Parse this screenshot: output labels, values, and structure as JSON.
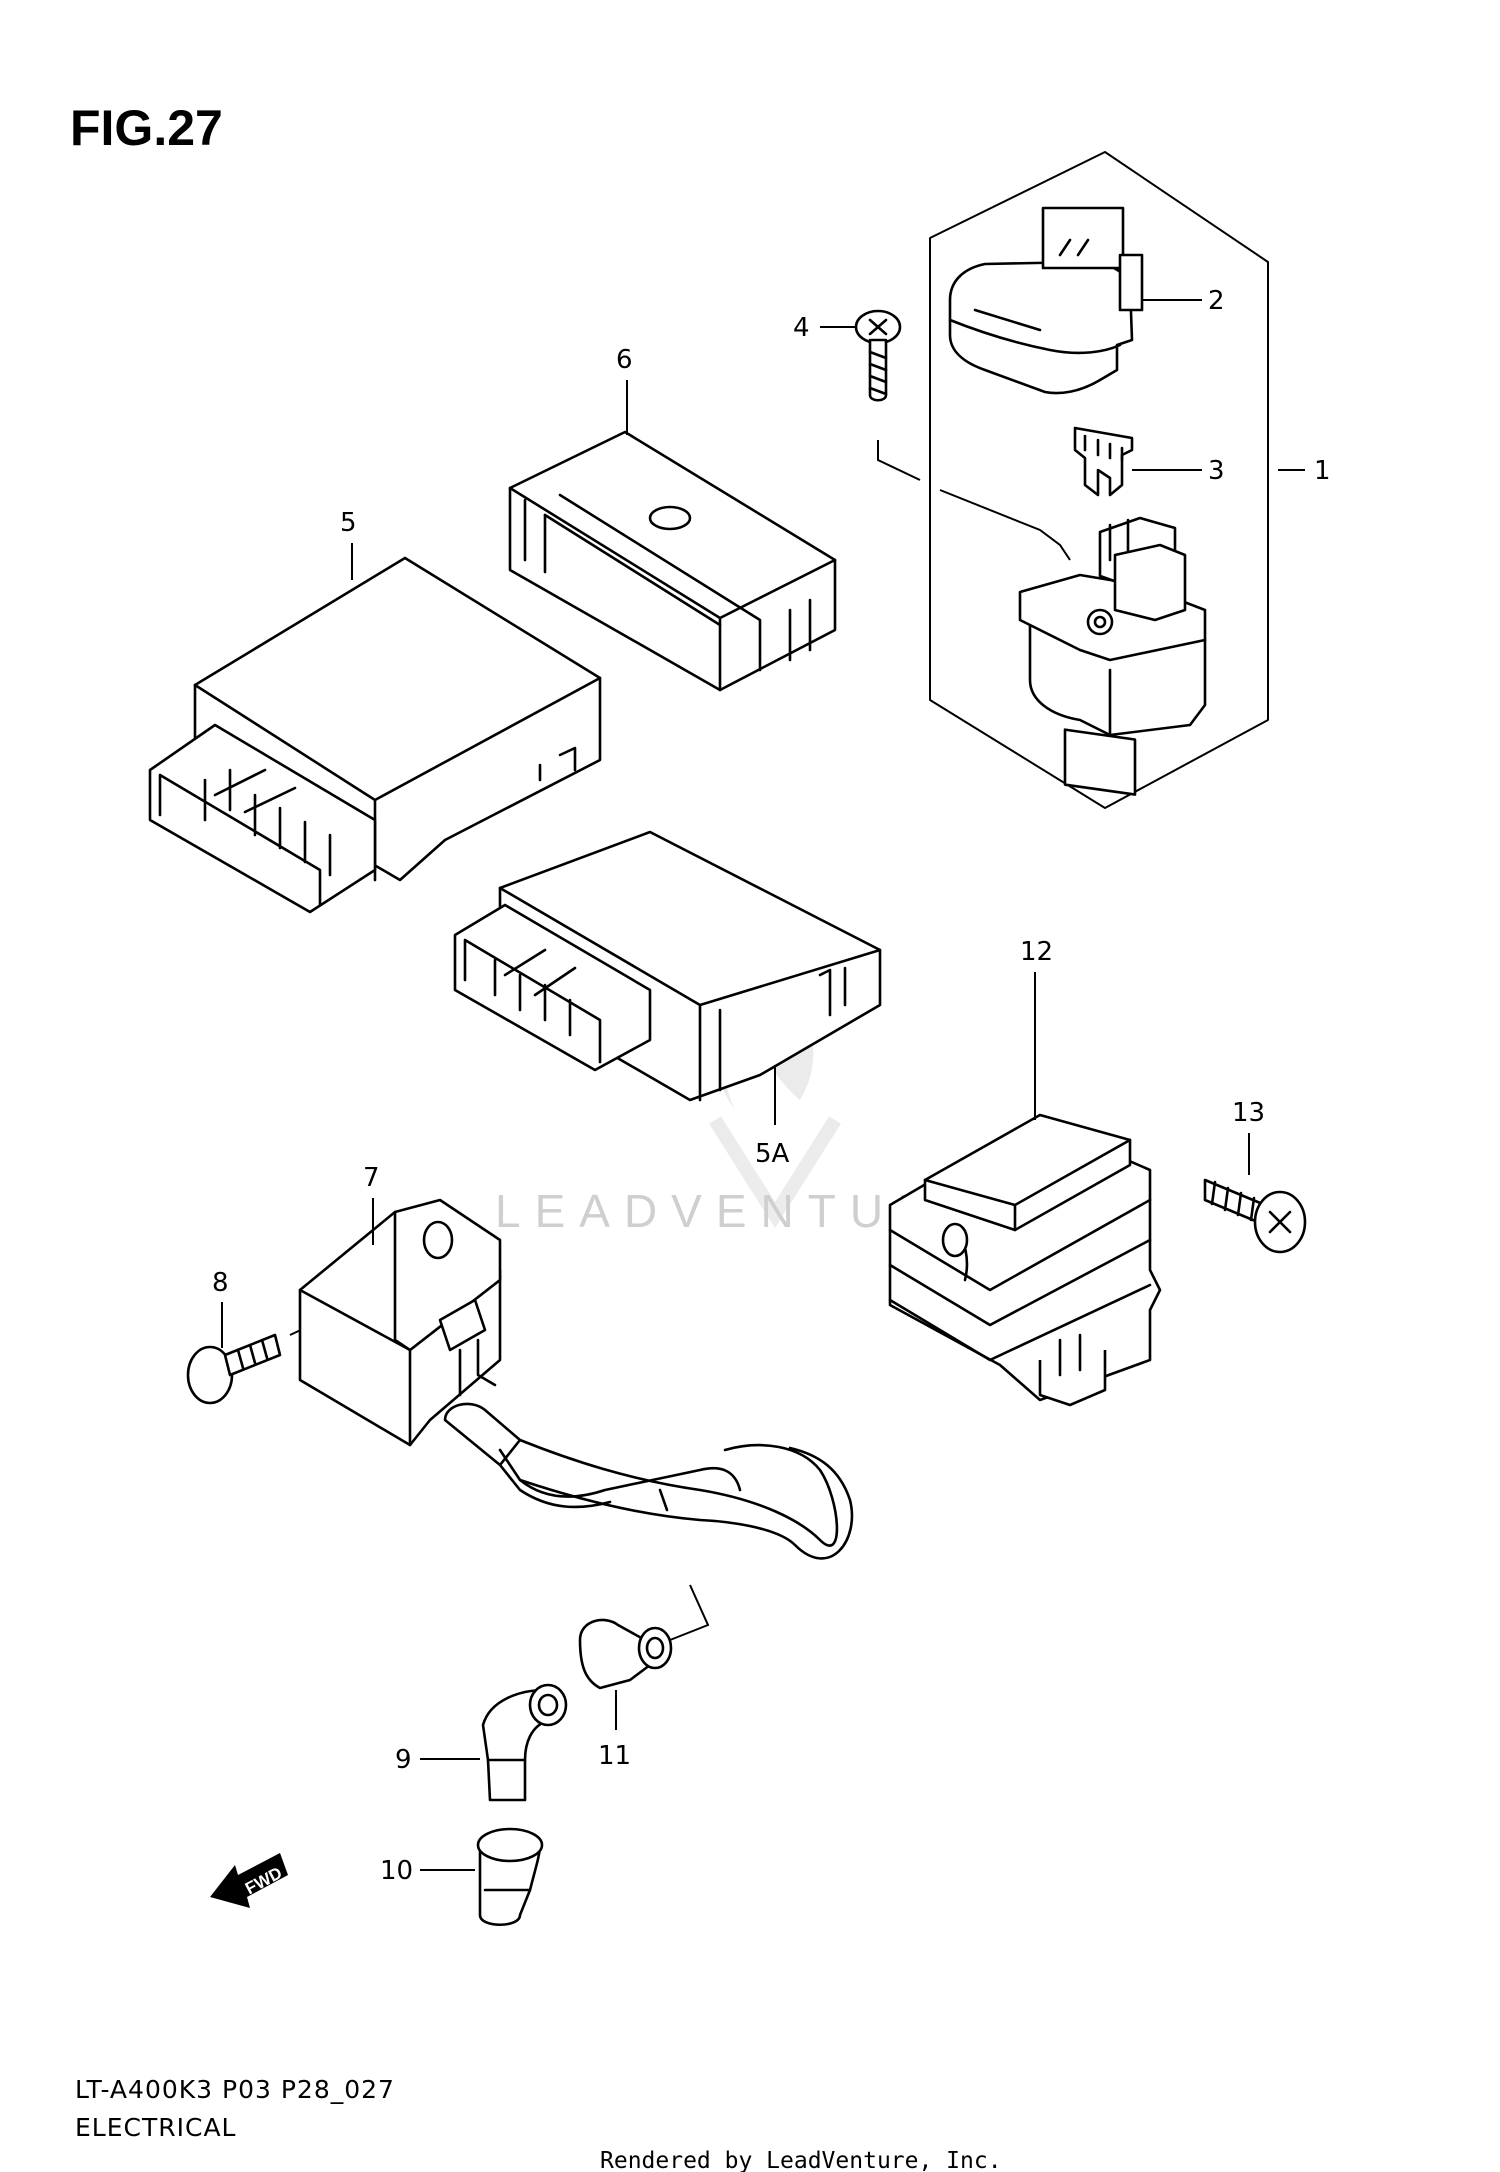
{
  "figure": {
    "title": "FIG.27"
  },
  "callouts": {
    "c1": "1",
    "c2": "2",
    "c3": "3",
    "c4": "4",
    "c5": "5",
    "c5a": "5A",
    "c6": "6",
    "c7": "7",
    "c8": "8",
    "c9": "9",
    "c10": "10",
    "c11": "11",
    "c12": "12",
    "c13": "13"
  },
  "direction": {
    "label": "FWD"
  },
  "watermark": {
    "text": "LEADVENTURE"
  },
  "footer": {
    "code": "LT-A400K3 P03 P28_027",
    "section": "ELECTRICAL",
    "credit": "Rendered by LeadVenture, Inc."
  },
  "icons": [
    "fwd-arrow-icon",
    "watermark-logo-icon"
  ]
}
